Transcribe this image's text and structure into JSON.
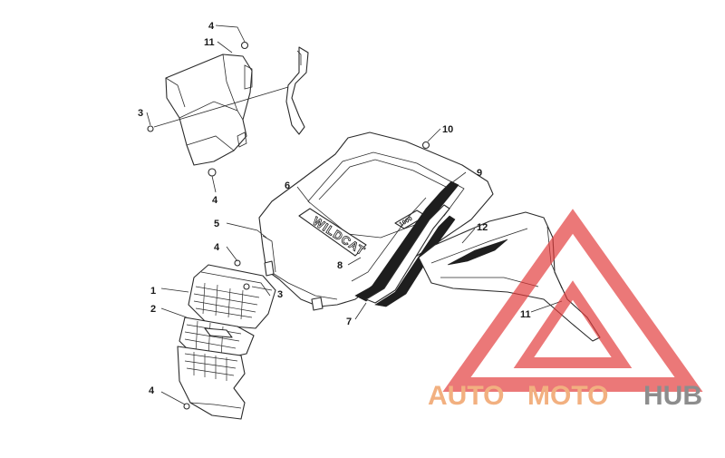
{
  "callouts": {
    "c1": "1",
    "c2": "2",
    "c3a": "3",
    "c3b": "3",
    "c4a": "4",
    "c4b": "4",
    "c4c": "4",
    "c4d": "4",
    "c5": "5",
    "c6": "6",
    "c7": "7",
    "c8": "8",
    "c9": "9",
    "c10": "10",
    "c11a": "11",
    "c11b": "11",
    "c12": "12"
  },
  "decals": {
    "hood_logo": "WILDCAT",
    "side_badge": "1000"
  },
  "watermark": {
    "word_a": "AUTO",
    "word_b": "MOTO",
    "word_c": "HUB",
    "color_primary": "#f0a36a",
    "color_secondary": "#7a7a7a",
    "triangle_color": "#e23a3a"
  }
}
